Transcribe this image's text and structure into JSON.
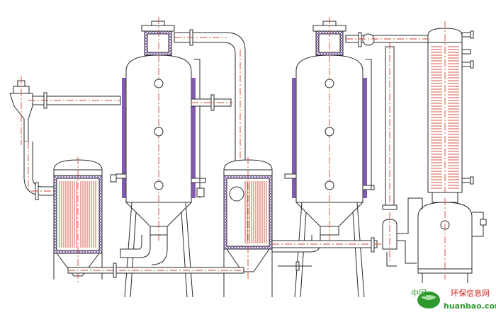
{
  "watermark": {
    "line1_left": "中国",
    "line1_right": "环保信息网",
    "line2": "huanbao.com",
    "colors": {
      "green": "#2e9a2e",
      "red": "#d42020"
    }
  },
  "colors": {
    "outline": "#2a2a2a",
    "centerline": "#d2452f",
    "insulation": "#6b3fa0"
  }
}
